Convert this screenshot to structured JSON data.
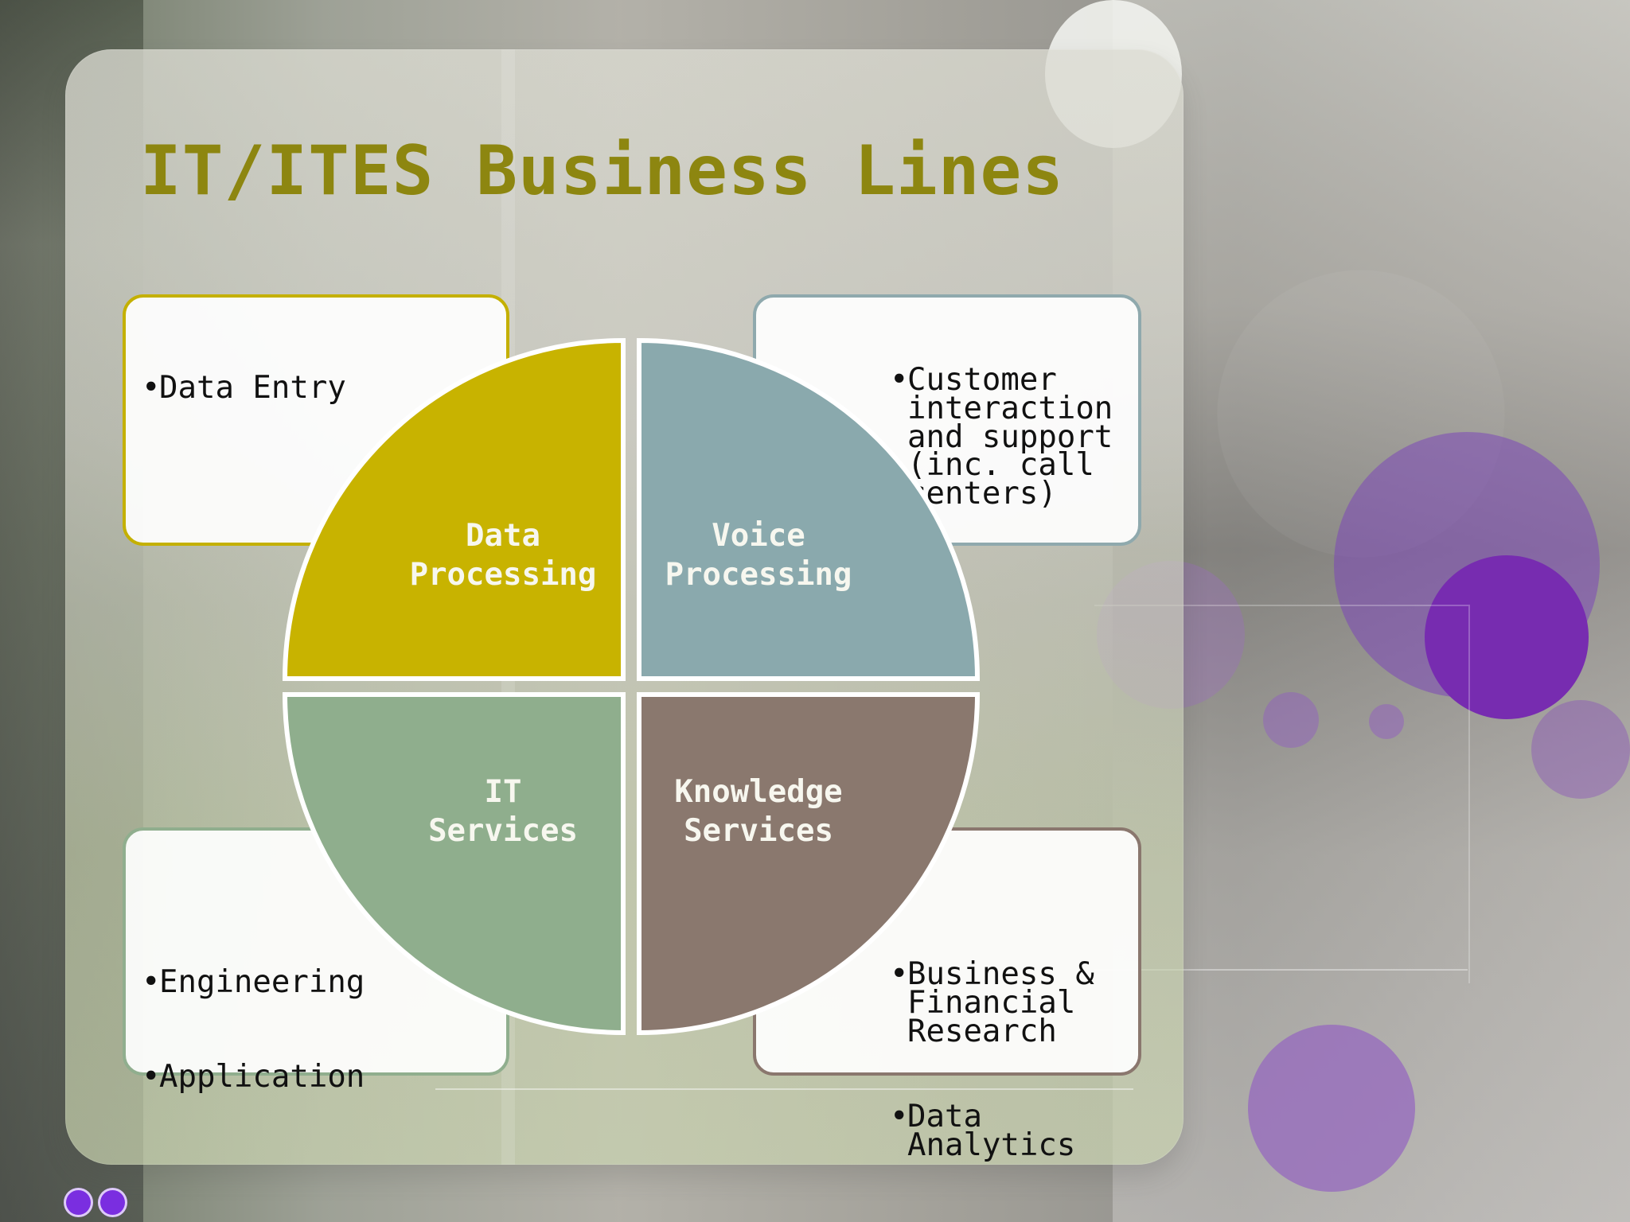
{
  "slide": {
    "title": "IT/ITES Business Lines"
  },
  "diagram": {
    "quadrants": [
      {
        "id": "data-processing",
        "label_lines": [
          "Data",
          "Processing"
        ],
        "color": "#c8b300"
      },
      {
        "id": "voice-processing",
        "label_lines": [
          "Voice",
          "Processing"
        ],
        "color": "#8aa9ad"
      },
      {
        "id": "it-services",
        "label_lines": [
          "IT",
          "Services"
        ],
        "color": "#8fae8d"
      },
      {
        "id": "knowledge-services",
        "label_lines": [
          "Knowledge",
          "Services"
        ],
        "color": "#8a786e"
      }
    ],
    "boxes": {
      "top_left": {
        "items": [
          "Data Entry"
        ]
      },
      "top_right": {
        "items": [
          "Customer\ninteraction\nand support\n(inc. call\ncenters)"
        ]
      },
      "bottom_left": {
        "items": [
          "Engineering",
          "Application"
        ]
      },
      "bottom_right": {
        "items": [
          "Business &\nFinancial\nResearch",
          "Data\nAnalytics"
        ]
      }
    }
  },
  "colors": {
    "title": "#8d8610",
    "purple_accent": "#772cb0",
    "box_text": "#111111",
    "quadrant_text": "#f7f7ef"
  }
}
